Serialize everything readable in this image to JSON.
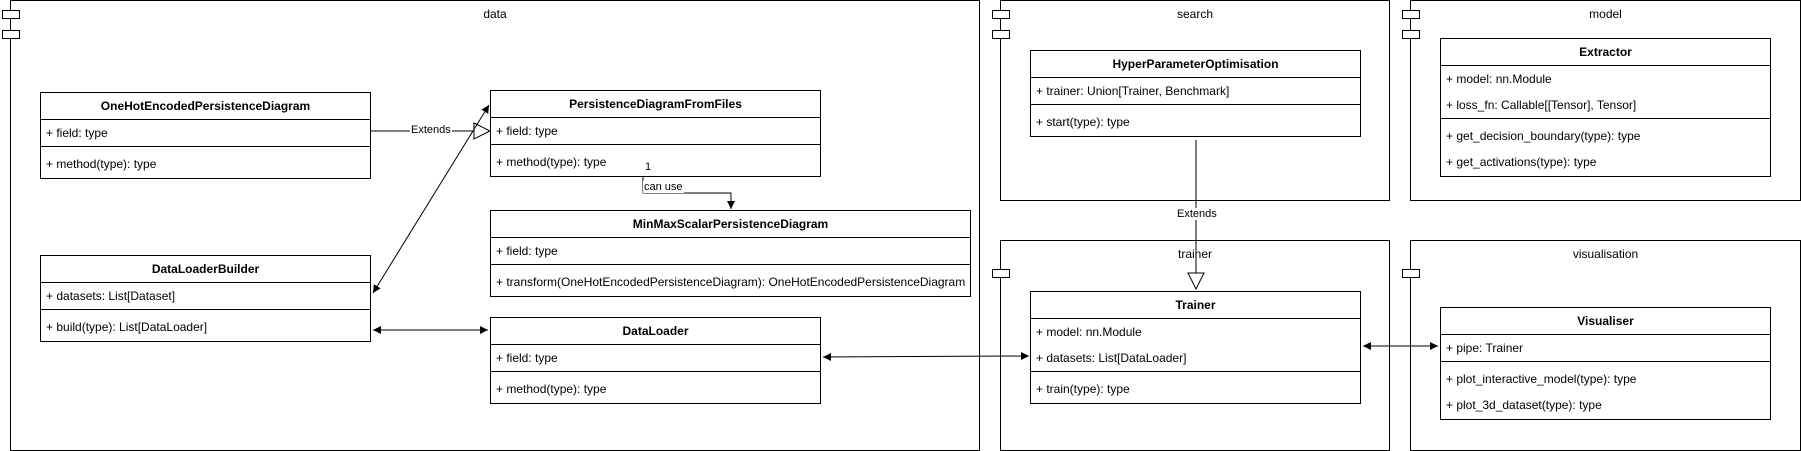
{
  "packages": {
    "data": "data",
    "search": "search",
    "model": "model",
    "trainer": "trainer",
    "visualisation": "visualisation"
  },
  "classes": {
    "onehot": {
      "name": "OneHotEncodedPersistenceDiagram",
      "attrs": [
        "+ field: type"
      ],
      "methods": [
        "+ method(type): type"
      ]
    },
    "pdff": {
      "name": "PersistenceDiagramFromFiles",
      "attrs": [
        "+ field: type"
      ],
      "methods": [
        "+ method(type): type"
      ]
    },
    "minmax": {
      "name": "MinMaxScalarPersistenceDiagram",
      "attrs": [
        "+ field: type"
      ],
      "methods": [
        "+ transform(OneHotEncodedPersistenceDiagram): OneHotEncodedPersistenceDiagram"
      ]
    },
    "dlb": {
      "name": "DataLoaderBuilder",
      "attrs": [
        "+ datasets: List[Dataset]"
      ],
      "methods": [
        "+ build(type): List[DataLoader]"
      ]
    },
    "dl": {
      "name": "DataLoader",
      "attrs": [
        "+ field: type"
      ],
      "methods": [
        "+ method(type): type"
      ]
    },
    "hpo": {
      "name": "HyperParameterOptimisation",
      "attrs": [
        "+ trainer: Union[Trainer, Benchmark]"
      ],
      "methods": [
        "+ start(type): type"
      ]
    },
    "extractor": {
      "name": "Extractor",
      "attrs": [
        "+ model: nn.Module",
        "+ loss_fn: Callable[[Tensor], Tensor]"
      ],
      "methods": [
        "+ get_decision_boundary(type): type",
        "+ get_activations(type): type"
      ]
    },
    "trainer": {
      "name": "Trainer",
      "attrs": [
        "+ model: nn.Module",
        "+ datasets: List[DataLoader]"
      ],
      "methods": [
        "+ train(type): type"
      ]
    },
    "visualiser": {
      "name": "Visualiser",
      "attrs": [
        "+ pipe: Trainer"
      ],
      "methods": [
        "+ plot_interactive_model(type): type",
        "+ plot_3d_dataset(type): type"
      ]
    }
  },
  "edge_labels": {
    "extends_onehot": "Extends",
    "can_use": "can use",
    "multiplicity": "1",
    "extends_hpo": "Extends"
  }
}
